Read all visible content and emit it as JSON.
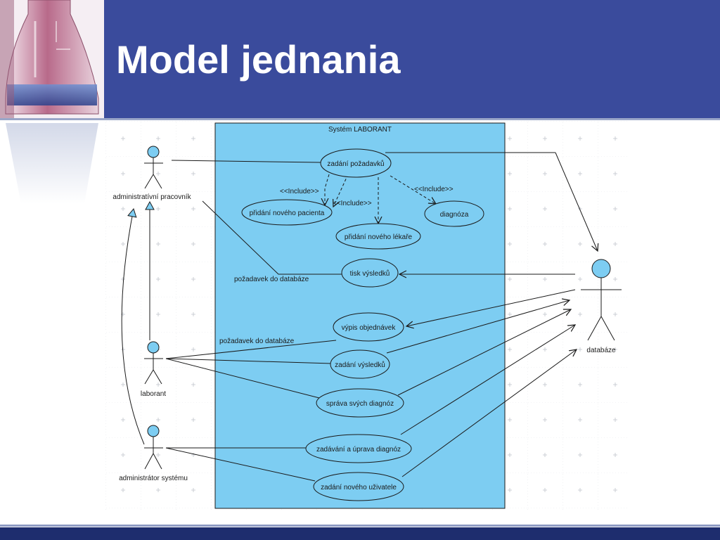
{
  "slide": {
    "title": "Model jednania",
    "colors": {
      "header_band": "#3a4b9c",
      "system_box": "#7dcdf2",
      "use_case_fill": "#7dcdf2",
      "actor_fill": "#7dcdf2",
      "footer_bar": "#1e2d6e"
    }
  },
  "diagram": {
    "system_title": "Systém LABORANT",
    "actors": [
      {
        "id": "admin-pracovnik",
        "label": "administratívní pracovník"
      },
      {
        "id": "laborant",
        "label": "laborant"
      },
      {
        "id": "admin-systemu",
        "label": "administrátor systému"
      },
      {
        "id": "databaze",
        "label": "databáze"
      }
    ],
    "use_cases": [
      {
        "id": "zadani-pozadavku",
        "label": "zadání požadavků"
      },
      {
        "id": "pridani-pacienta",
        "label": "přidání nového pacienta"
      },
      {
        "id": "pridani-lekare",
        "label": "přidání nového lékaře"
      },
      {
        "id": "diagnoza",
        "label": "diagnóza"
      },
      {
        "id": "tisk-vysledku",
        "label": "tisk výsledků"
      },
      {
        "id": "vypis-objednavek",
        "label": "výpis objednávek"
      },
      {
        "id": "zadani-vysledku",
        "label": "zadání výsledků"
      },
      {
        "id": "sprava-diagnoz",
        "label": "správa svých diagnóz"
      },
      {
        "id": "zadavani-uprava",
        "label": "zadávání a úprava diagnóz"
      },
      {
        "id": "zadani-uzivatele",
        "label": "zadání nového uživatele"
      }
    ],
    "stereotypes": {
      "include_1": "<<Include>>",
      "include_2": "<<Include>>",
      "include_3": "<<Include>>"
    },
    "notes": {
      "pozadavek_1": "požadavek do databáze",
      "pozadavek_2": "požadavek do databáze"
    }
  }
}
